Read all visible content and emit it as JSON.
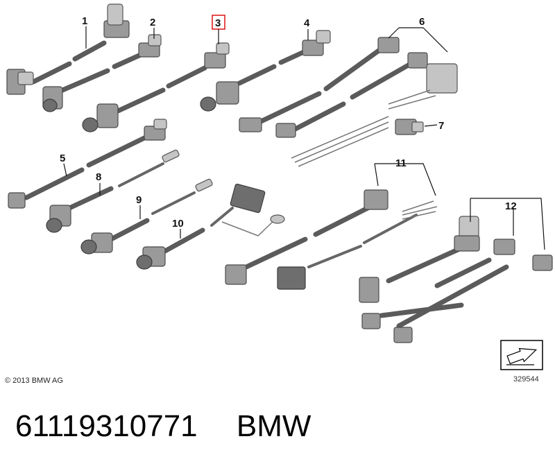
{
  "callouts": [
    "1",
    "2",
    "3",
    "4",
    "5",
    "6",
    "7",
    "8",
    "9",
    "10",
    "11",
    "12"
  ],
  "highlighted_callout": "3",
  "copyright": "© 2013 BMW AG",
  "image_number": "329544",
  "footer": {
    "part_number": "61119310771",
    "brand": "BMW"
  },
  "colors": {
    "highlight": "#d11111",
    "part_gray": "#9a9a9a",
    "cable": "#5b5b5b"
  }
}
